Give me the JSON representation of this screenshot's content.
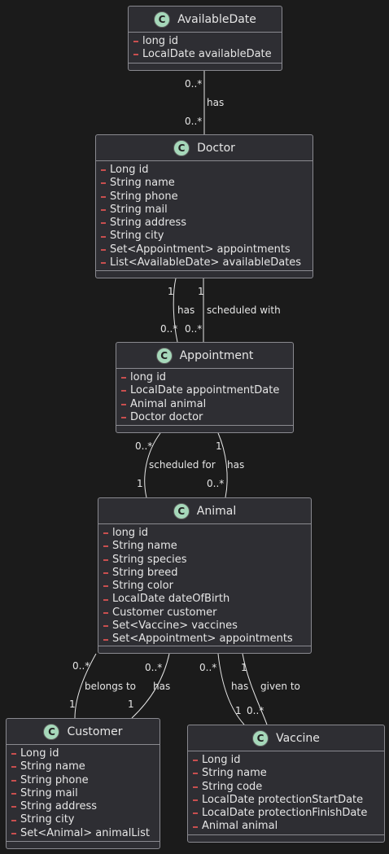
{
  "classes": {
    "available_date": {
      "badge": "C",
      "name": "AvailableDate",
      "attributes": [
        "long id",
        "LocalDate availableDate"
      ]
    },
    "doctor": {
      "badge": "C",
      "name": "Doctor",
      "attributes": [
        "Long id",
        "String name",
        "String phone",
        "String mail",
        "String address",
        "String city",
        "Set<Appointment> appointments",
        "List<AvailableDate> availableDates"
      ]
    },
    "appointment": {
      "badge": "C",
      "name": "Appointment",
      "attributes": [
        "long id",
        "LocalDate appointmentDate",
        "Animal animal",
        "Doctor doctor"
      ]
    },
    "animal": {
      "badge": "C",
      "name": "Animal",
      "attributes": [
        "long id",
        "String name",
        "String species",
        "String breed",
        "String color",
        "LocalDate dateOfBirth",
        "Customer customer",
        "Set<Vaccine> vaccines",
        "Set<Appointment> appointments"
      ]
    },
    "customer": {
      "badge": "C",
      "name": "Customer",
      "attributes": [
        "Long id",
        "String name",
        "String phone",
        "String mail",
        "String address",
        "String city",
        "Set<Animal> animalList"
      ]
    },
    "vaccine": {
      "badge": "C",
      "name": "Vaccine",
      "attributes": [
        "Long id",
        "String name",
        "String code",
        "LocalDate protectionStartDate",
        "LocalDate protectionFinishDate",
        "Animal animal"
      ]
    }
  },
  "relations": {
    "availabledate_doctor": {
      "label": "has",
      "from_mult": "0..*",
      "to_mult": "0..*"
    },
    "doctor_appointment_has": {
      "label": "has",
      "from_mult": "1",
      "to_mult": "0..*"
    },
    "doctor_appointment_scheduled": {
      "label": "scheduled with",
      "from_mult": "1",
      "to_mult": "0..*"
    },
    "appointment_animal_scheduled": {
      "label": "scheduled for",
      "from_mult": "0..*",
      "to_mult": "1"
    },
    "appointment_animal_has": {
      "label": "has",
      "from_mult": "1",
      "to_mult": "0..*"
    },
    "animal_customer_belongs": {
      "label": "belongs to",
      "from_mult": "0..*",
      "to_mult": "1"
    },
    "animal_customer_has": {
      "label": "has",
      "from_mult": "0..*",
      "to_mult": "1"
    },
    "animal_vaccine_has": {
      "label": "has",
      "from_mult": "0..*",
      "to_mult": "1"
    },
    "animal_vaccine_given": {
      "label": "given to",
      "from_mult": "1",
      "to_mult": "0..*"
    }
  }
}
